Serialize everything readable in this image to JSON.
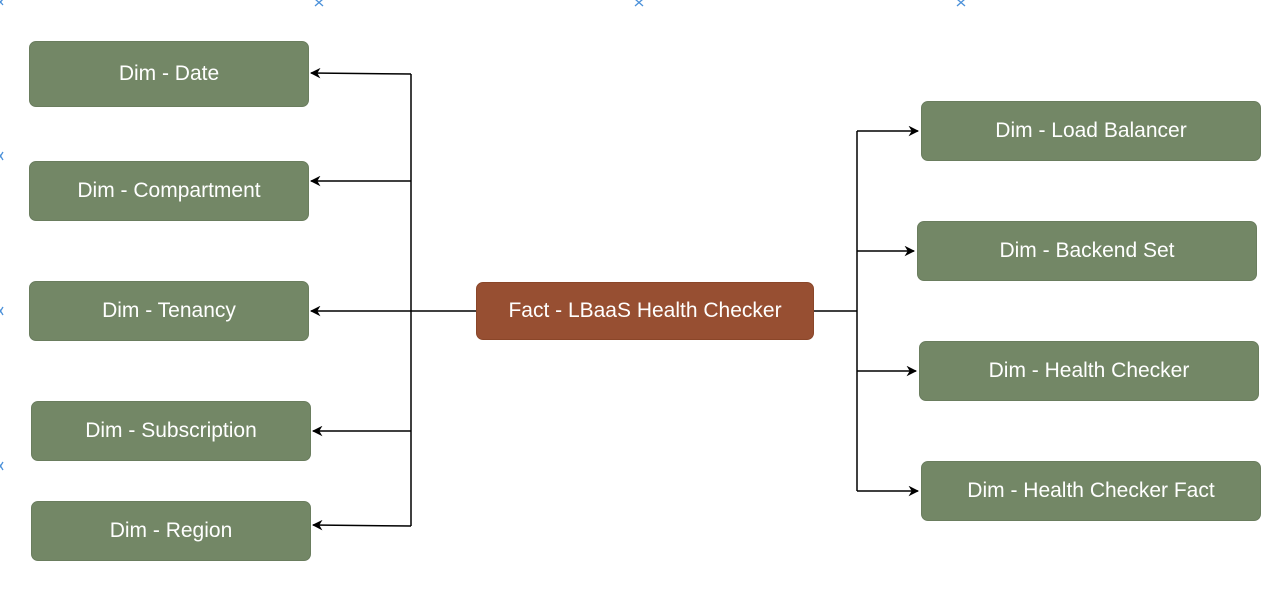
{
  "diagram": {
    "fact": {
      "label": "Fact - LBaaS Health Checker",
      "color": "#974f32"
    },
    "left_dimensions": [
      {
        "label": "Dim - Date"
      },
      {
        "label": "Dim - Compartment"
      },
      {
        "label": "Dim - Tenancy"
      },
      {
        "label": "Dim - Subscription"
      },
      {
        "label": "Dim - Region"
      }
    ],
    "right_dimensions": [
      {
        "label": "Dim - Load Balancer"
      },
      {
        "label": "Dim - Backend Set"
      },
      {
        "label": "Dim - Health Checker"
      },
      {
        "label": "Dim - Health Checker Fact"
      }
    ],
    "dimension_color": "#738766",
    "connector_color": "#000000",
    "guide_marker_color": "#4a90d9"
  }
}
